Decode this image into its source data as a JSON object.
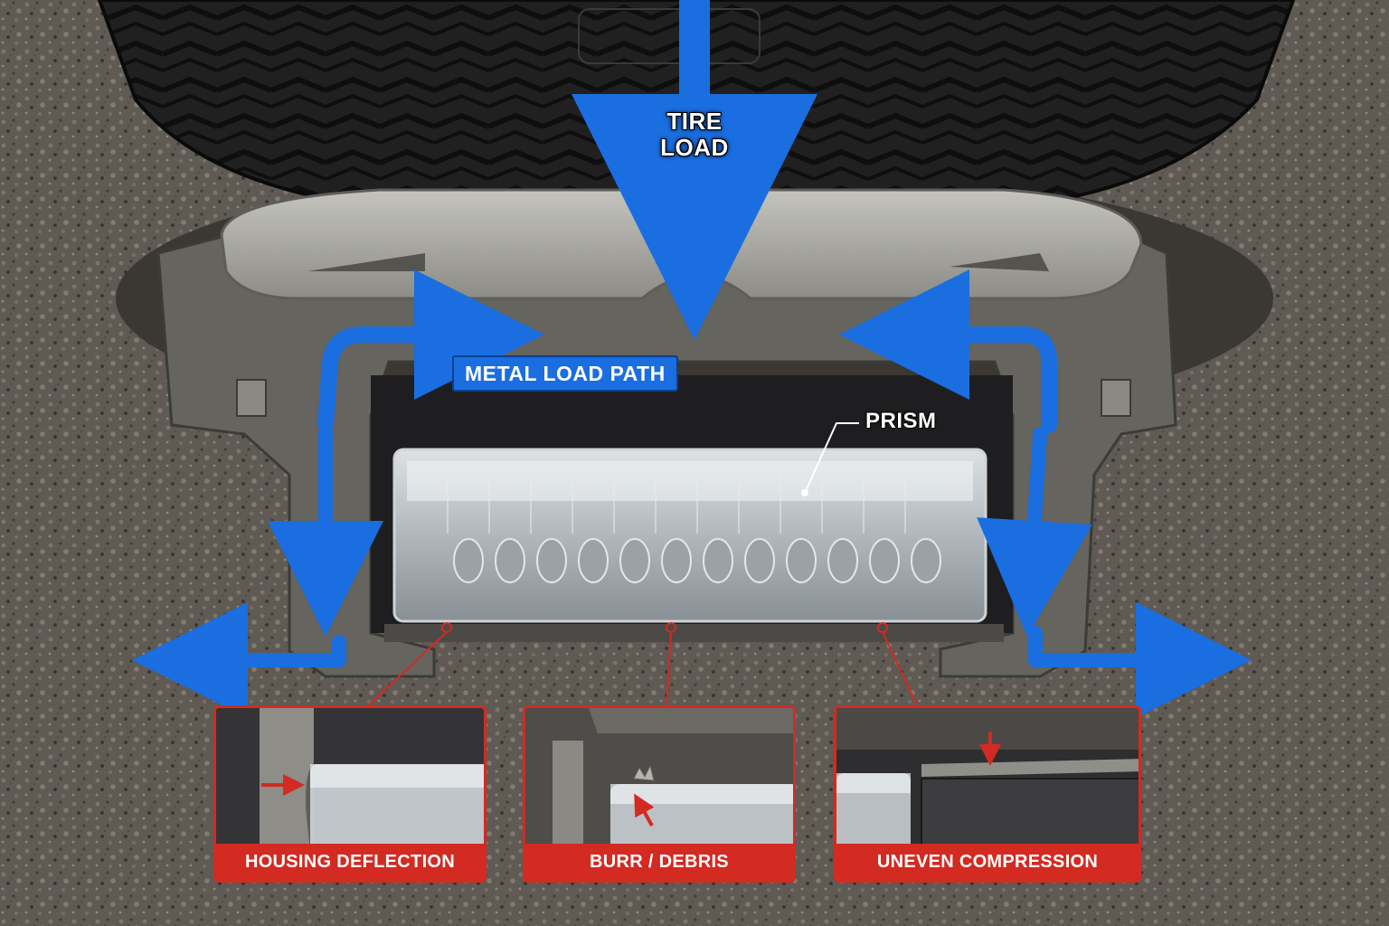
{
  "labels": {
    "tire_load": "TIRE\nLOAD",
    "metal_load_path": "METAL LOAD PATH",
    "prism": "PRISM"
  },
  "insets": [
    {
      "id": "housing-deflection",
      "title": "HOUSING DEFLECTION"
    },
    {
      "id": "burr-debris",
      "title": "BURR / DEBRIS"
    },
    {
      "id": "uneven-compression",
      "title": "UNEVEN COMPRESSION"
    }
  ],
  "colors": {
    "load_arrow": "#1a6ee0",
    "failure_red": "#d32a22",
    "asphalt": "#6f6a63",
    "housing_metal": "#6b6a66",
    "lid_metal": "#a9a8a2",
    "tire": "#1c1c1d"
  }
}
